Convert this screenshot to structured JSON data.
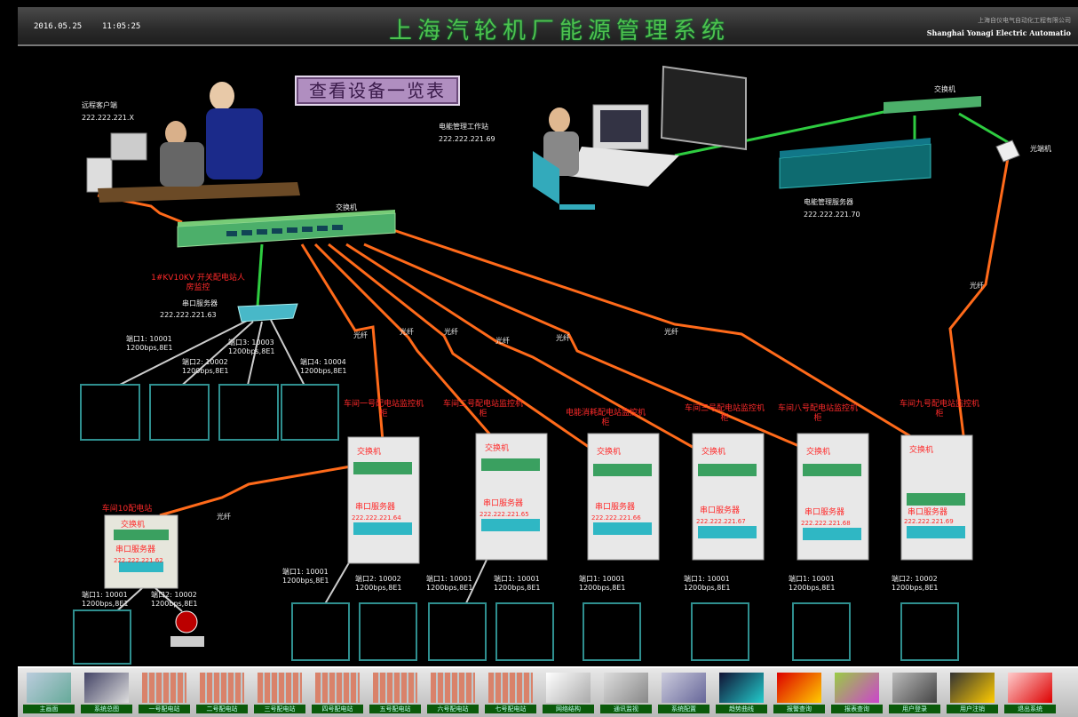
{
  "header": {
    "date": "2016.05.25",
    "time": "11:05:25",
    "title": "上海汽轮机厂能源管理系统",
    "company_cn": "上海自仪电气自动化工程有限公司",
    "company_en": "Shanghai Yonagi Electric Automatio"
  },
  "overview_button": "查看设备一览表",
  "stations": {
    "client": {
      "name": "远程客户端",
      "ip": "222.222.221.X"
    },
    "workstation": {
      "name": "电能管理工作站",
      "ip": "222.222.221.69"
    },
    "server": {
      "name": "电能管理服务器",
      "ip": "222.222.221.70"
    },
    "switch_main": "交换机",
    "switch_top": "交换机",
    "transceiver": "光端机"
  },
  "serial_server": {
    "room": "1#KV10KV 开关配电站人房监控",
    "name": "串口服务器",
    "ip": "222.222.221.63",
    "ports": [
      "端口1: 10001 1200bps,8E1",
      "端口2: 10002 1200bps,8E1",
      "端口3: 10003 1200bps,8E1",
      "端口4: 10004 1200bps,8E1"
    ]
  },
  "fiber_label": "光纤",
  "cabinets": [
    {
      "name": "车间一号配电站监控机柜",
      "switch": "交换机",
      "server": "串口服务器",
      "ip": "222.222.221.64"
    },
    {
      "name": "车间二号配电站监控机柜",
      "switch": "交换机",
      "server": "串口服务器",
      "ip": "222.222.221.65"
    },
    {
      "name": "电能消耗配电站监控机柜",
      "switch": "交换机",
      "server": "串口服务器",
      "ip": "222.222.221.66"
    },
    {
      "name": "车间三号配电站监控机柜",
      "switch": "交换机",
      "server": "串口服务器",
      "ip": "222.222.221.67"
    },
    {
      "name": "车间八号配电站监控机柜",
      "switch": "交换机",
      "server": "串口服务器",
      "ip": "222.222.221.68"
    },
    {
      "name": "车间九号配电站监控机柜",
      "switch": "交换机",
      "server": "串口服务器",
      "ip": "222.222.221.69"
    }
  ],
  "small_cabinet": {
    "name": "车间10配电站",
    "switch": "交换机",
    "server": "串口服务器",
    "ip": "222.222.221.62"
  },
  "port_labels": [
    "端口1: 10001 1200bps,8E1",
    "端口2: 10002 1200bps,8E1",
    "端口1: 10001 1200bps,8E1",
    "端口2: 10002 1200bps,8E1",
    "端口1: 10001 1200bps,8E1",
    "端口1: 10001 1200bps,8E1",
    "端口1: 10001 1200bps,8E1",
    "端口1: 10001 1200bps,8E1",
    "端口1: 10001 1200bps,8E1",
    "端口2: 10002 1200bps,8E1"
  ],
  "taskbar": [
    {
      "label": "主画面",
      "icon": "plant-icon"
    },
    {
      "label": "系统总图",
      "icon": "pipeline-icon"
    },
    {
      "label": "一号配电站",
      "icon": "switchgear-icon"
    },
    {
      "label": "二号配电站",
      "icon": "switchgear-icon"
    },
    {
      "label": "三号配电站",
      "icon": "switchgear-icon"
    },
    {
      "label": "四号配电站",
      "icon": "switchgear-icon"
    },
    {
      "label": "五号配电站",
      "icon": "switchgear-icon"
    },
    {
      "label": "六号配电站",
      "icon": "switchgear-icon"
    },
    {
      "label": "七号配电站",
      "icon": "switchgear-icon"
    },
    {
      "label": "网络结构",
      "icon": "network-icon"
    },
    {
      "label": "通讯监视",
      "icon": "comm-icon"
    },
    {
      "label": "系统配置",
      "icon": "factory-icon"
    },
    {
      "label": "趋势曲线",
      "icon": "trend-icon"
    },
    {
      "label": "报警查询",
      "icon": "alarm-icon"
    },
    {
      "label": "报表查询",
      "icon": "report-icon"
    },
    {
      "label": "用户登录",
      "icon": "login-icon"
    },
    {
      "label": "用户注销",
      "icon": "logout-icon"
    },
    {
      "label": "退出系统",
      "icon": "exit-icon"
    }
  ],
  "colors": {
    "fiber": "#ff6a1a",
    "ethernet": "#2ecc40",
    "serial": "#cccccc",
    "title": "#4ec24e",
    "box": "#2f8f8f"
  }
}
